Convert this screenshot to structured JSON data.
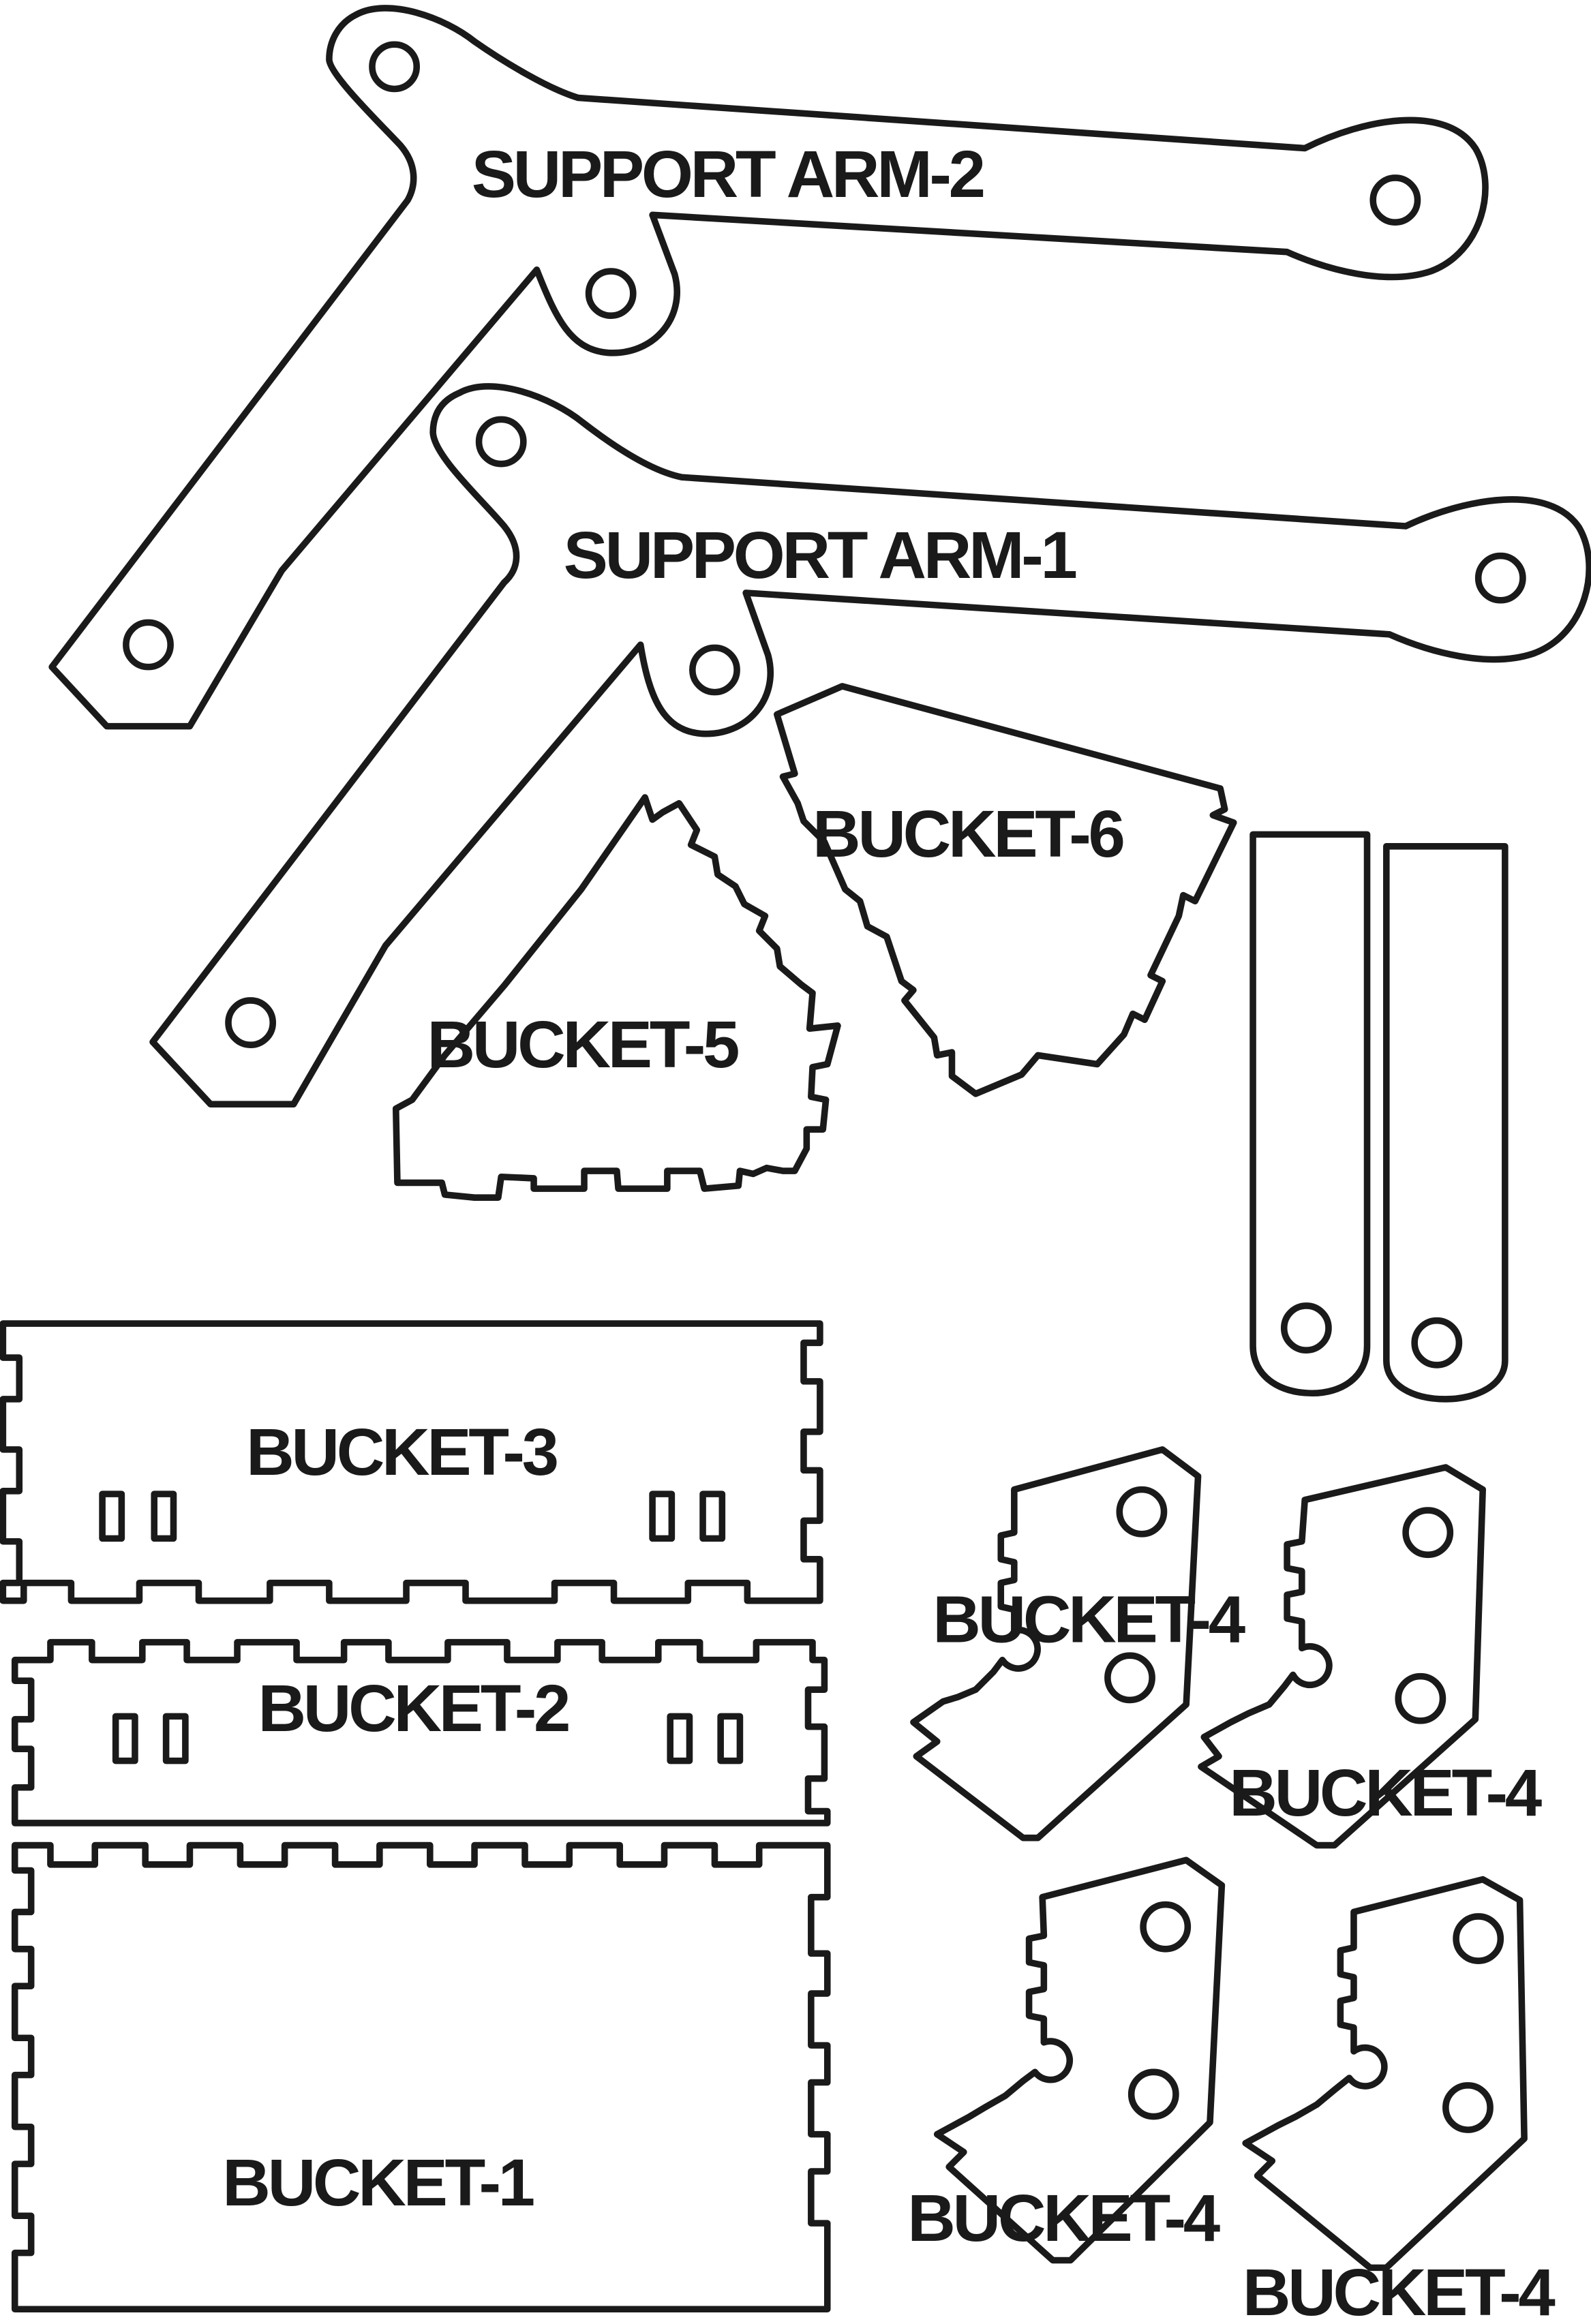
{
  "sheet": {
    "labels": {
      "support_arm_2": "SUPPORT ARM-2",
      "support_arm_1": "SUPPORT ARM-1",
      "bucket_6": "BUCKET-6",
      "bucket_5": "BUCKET-5",
      "bucket_3": "BUCKET-3",
      "bucket_2": "BUCKET-2",
      "bucket_1": "BUCKET-1",
      "bucket_4_a": "BUCKET-4",
      "bucket_4_b": "BUCKET-4",
      "bucket_4_c": "BUCKET-4",
      "bucket_4_d": "BUCKET-4"
    },
    "line_color": "#1a1a1a",
    "background_color": "#ffffff"
  }
}
